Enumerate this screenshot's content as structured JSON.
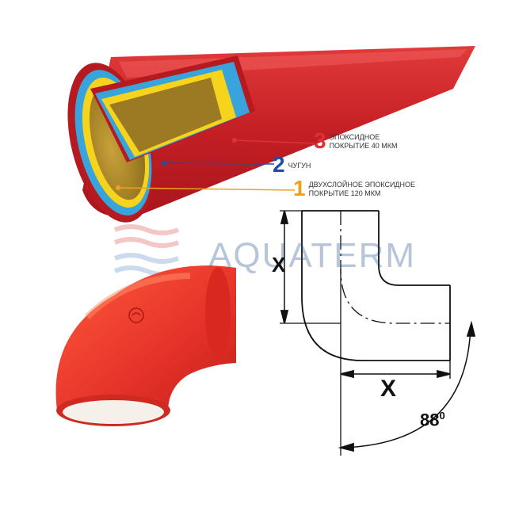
{
  "callouts": [
    {
      "number": "3",
      "text_line1": "ЭПОКСИДНОЕ",
      "text_line2": "ПОКРЫТИЕ 40 МКМ",
      "color": "#e0303a"
    },
    {
      "number": "2",
      "text_line1": "ЧУГУН",
      "text_line2": "",
      "color": "#1e4fa3"
    },
    {
      "number": "1",
      "text_line1": "ДВУХСЛОЙНОЕ ЭПОКСИДНОЕ",
      "text_line2": "ПОКРЫТИЕ 120 МКМ",
      "color": "#f0a020"
    }
  ],
  "dimensions": {
    "vertical_label": "X",
    "horizontal_label": "X",
    "angle_value": "88",
    "angle_unit": "0"
  },
  "watermark": {
    "text": "AQUATERM"
  },
  "colors": {
    "pipe_red": "#d42a2e",
    "layer_blue": "#39a4dc",
    "layer_yellow": "#f6d31c",
    "layer_inner": "#b88e2c"
  }
}
